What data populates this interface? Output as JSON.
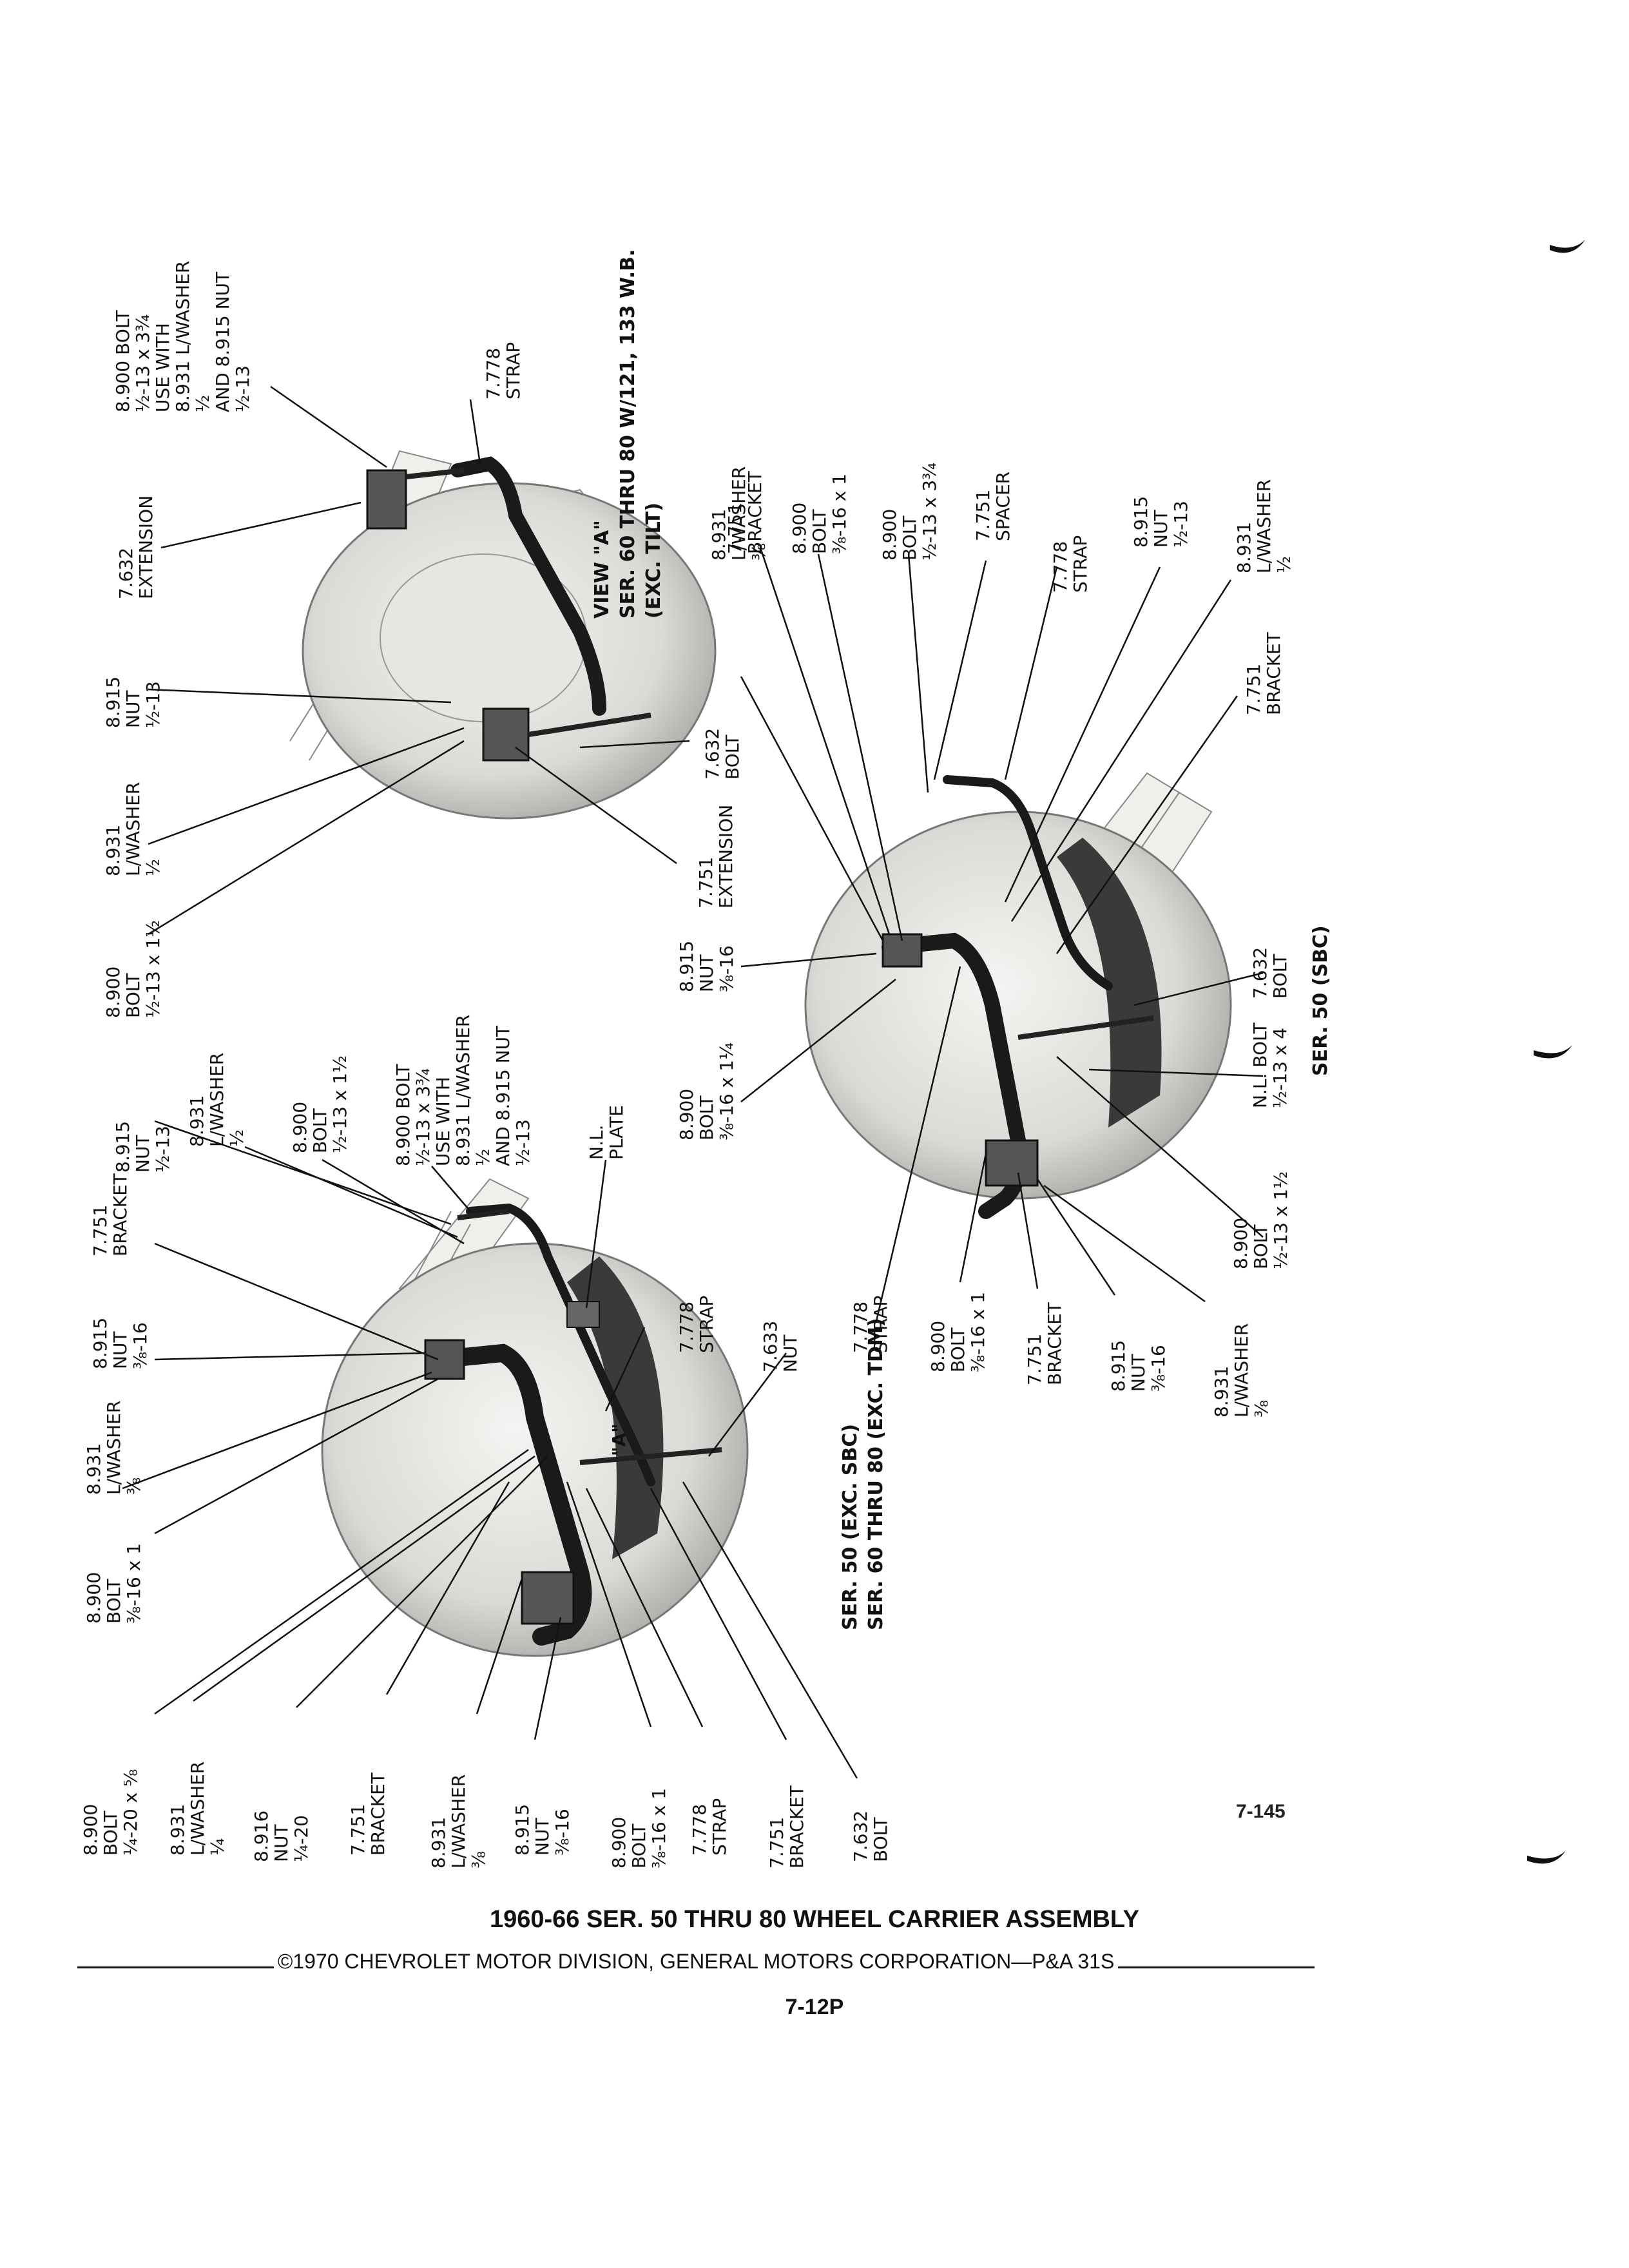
{
  "figure_number": "7-145",
  "title": "1960-66 SER. 50 THRU 80 WHEEL CARRIER ASSEMBLY",
  "copyright": "©1970 CHEVROLET MOTOR DIVISION, GENERAL MOTORS CORPORATION—P&A 31S",
  "page_number": "7-12P",
  "views": {
    "view_a": [
      "VIEW \"A\"",
      "SER. 60 THRU 80 W/121, 133 W.B.",
      "(EXC. TILT)"
    ],
    "ser50_60": [
      "SER. 50 (EXC. SBC)",
      "SER. 60 THRU 80 (EXC. TDM)"
    ],
    "ser50_sbc": [
      "SER. 50 (SBC)"
    ],
    "ref_a": "\"A\""
  },
  "labels": {
    "va_bolt_top": [
      "8.900 BOLT",
      "½-13 x 3¾",
      "USE WITH",
      "8.931 L/WASHER",
      "½",
      "AND 8.915 NUT",
      "½-13"
    ],
    "va_strap": [
      "7.778",
      "STRAP"
    ],
    "va_extension_top": [
      "7.632",
      "EXTENSION"
    ],
    "va_nut": [
      "8.915",
      "NUT",
      "½-13"
    ],
    "va_lwasher": [
      "8.931",
      "L/WASHER",
      "½"
    ],
    "va_bolt_left": [
      "8.900",
      "BOLT",
      "½-13 x 1½"
    ],
    "va_extension_bottom": [
      "7.751",
      "EXTENSION"
    ],
    "va_bolt_632": [
      "7.632",
      "BOLT"
    ],
    "sb_bracket_top": [
      "7.751",
      "BRACKET"
    ],
    "sb_bolt_38": [
      "8.900",
      "BOLT",
      "⅜-16 x 1"
    ],
    "sb_bolt_12": [
      "8.900",
      "BOLT",
      "½-13 x 3¾"
    ],
    "sb_spacer": [
      "7.751",
      "SPACER"
    ],
    "sb_strap_top": [
      "7.778",
      "STRAP"
    ],
    "sb_nut_12": [
      "8.915",
      "NUT",
      "½-13"
    ],
    "sb_lwasher_12": [
      "8.931",
      "L/WASHER",
      "½"
    ],
    "sb_bracket_right": [
      "7.751",
      "BRACKET"
    ],
    "sb_lwasher_38": [
      "8.931",
      "L/WASHER",
      "⅜"
    ],
    "sb_nut_38": [
      "8.915",
      "NUT",
      "⅜-16"
    ],
    "sb_bolt_114": [
      "8.900",
      "BOLT",
      "⅜-16 x 1¼"
    ],
    "sb_bolt_632": [
      "7.632",
      "BOLT"
    ],
    "sb_nl_bolt": [
      "N.L. BOLT",
      "½-13 x 4"
    ],
    "sb_bolt_112": [
      "8.900",
      "BOLT",
      "½-13 x 1½"
    ],
    "sb_strap_bottom": [
      "7.778",
      "STRAP"
    ],
    "sb_bolt_bottom": [
      "8.900",
      "BOLT",
      "⅜-16 x 1"
    ],
    "sb_bracket_bottom": [
      "7.751",
      "BRACKET"
    ],
    "sb_nut_bottom": [
      "8.915",
      "NUT",
      "⅜-16"
    ],
    "sb_lwasher_bottom": [
      "8.931",
      "L/WASHER",
      "⅜"
    ],
    "m_nut_top": [
      "8.915",
      "NUT",
      "½-13"
    ],
    "m_lwasher_top": [
      "8.931",
      "L/WASHER",
      "½"
    ],
    "m_bolt_top": [
      "8.900",
      "BOLT",
      "½-13 x 1½"
    ],
    "m_bolt_long": [
      "8.900 BOLT",
      "½-13 x 3¾",
      "USE WITH",
      "8.931 L/WASHER",
      "½",
      "AND 8.915 NUT",
      "½-13"
    ],
    "m_plate": [
      "N.L.",
      "PLATE"
    ],
    "m_bracket_top": [
      "7.751",
      "BRACKET"
    ],
    "m_nut_38_top": [
      "8.915",
      "NUT",
      "⅜-16"
    ],
    "m_lwasher_38_top": [
      "8.931",
      "L/WASHER",
      "⅜"
    ],
    "m_bolt_38_top": [
      "8.900",
      "BOLT",
      "⅜-16 x 1"
    ],
    "m_strap_mid": [
      "7.778",
      "STRAP"
    ],
    "m_nut_633": [
      "7.633",
      "NUT"
    ],
    "m_bolt_14": [
      "8.900",
      "BOLT",
      "¼-20 x ⅝"
    ],
    "m_lwasher_14": [
      "8.931",
      "L/WASHER",
      "¼"
    ],
    "m_nut_916": [
      "8.916",
      "NUT",
      "¼-20"
    ],
    "m_bracket_left": [
      "7.751",
      "BRACKET"
    ],
    "m_lwasher_38_bottom": [
      "8.931",
      "L/WASHER",
      "⅜"
    ],
    "m_nut_38_bottom": [
      "8.915",
      "NUT",
      "⅜-16"
    ],
    "m_bolt_38_bottom": [
      "8.900",
      "BOLT",
      "⅜-16 x 1"
    ],
    "m_strap_bottom": [
      "7.778",
      "STRAP"
    ],
    "m_bracket_bottom": [
      "7.751",
      "BRACKET"
    ],
    "m_bolt_632": [
      "7.632",
      "BOLT"
    ]
  }
}
